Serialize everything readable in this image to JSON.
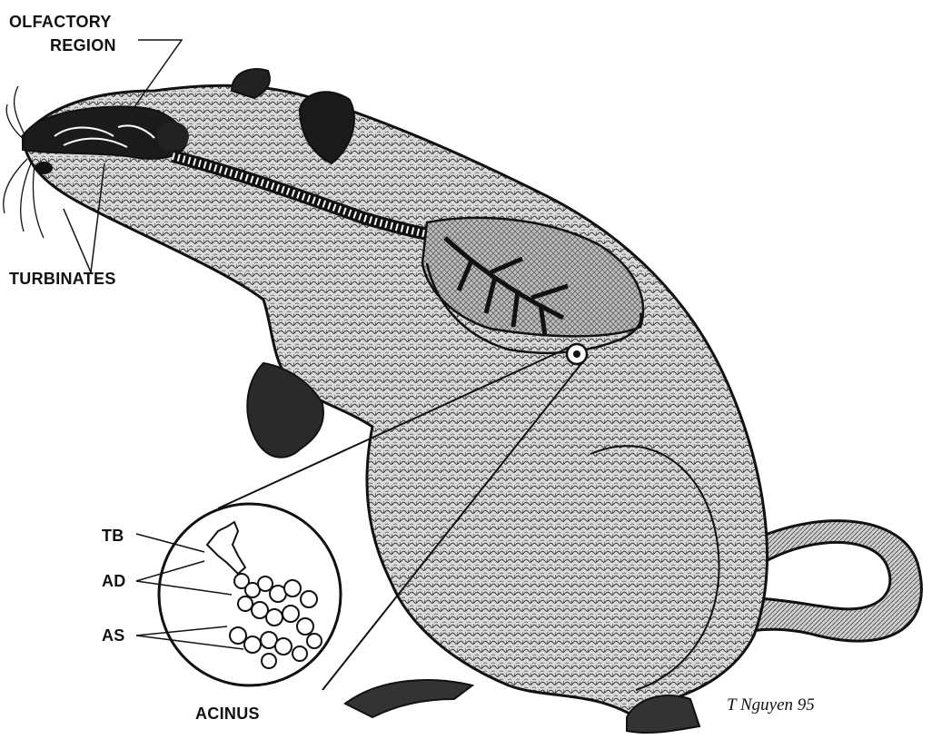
{
  "labels": {
    "olfactory_line1": "OLFACTORY",
    "olfactory_line2": "REGION",
    "turbinates": "TURBINATES",
    "tb": "TB",
    "ad": "AD",
    "as": "AS",
    "acinus": "ACINUS"
  },
  "signature": "T Nguyen 95",
  "colors": {
    "ink": "#111111",
    "background": "#ffffff"
  }
}
